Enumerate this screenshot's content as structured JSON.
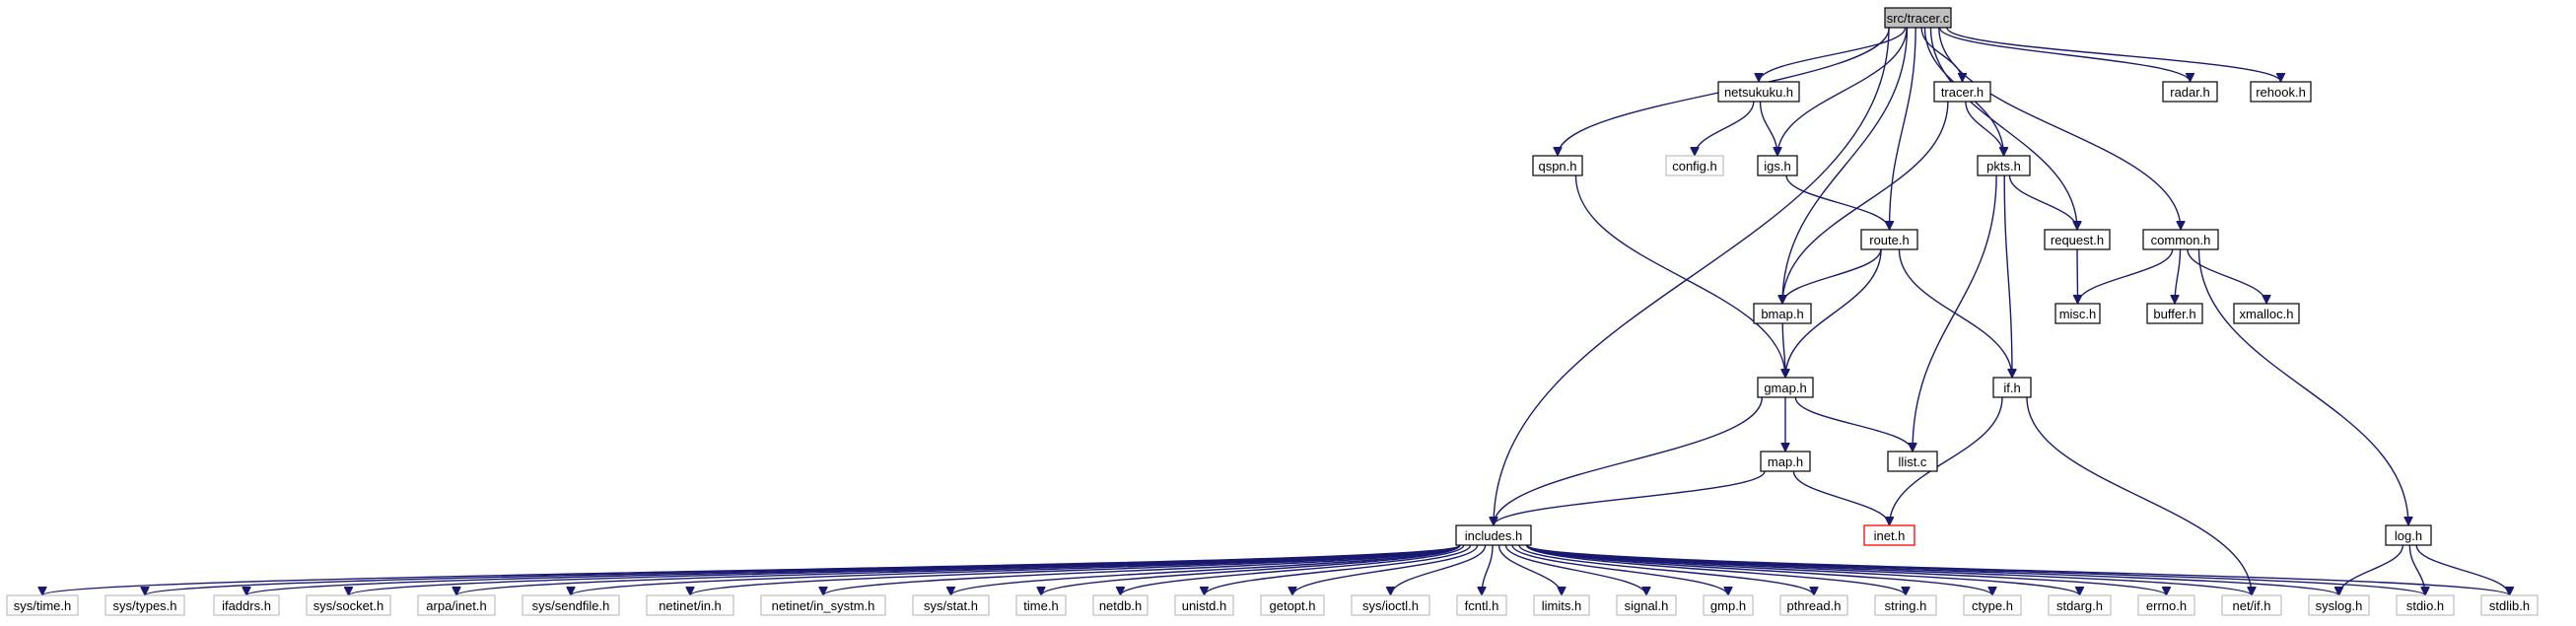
{
  "graph": {
    "title": "",
    "colors": {
      "edge": "#191970",
      "root_fill": "#bfbfbf",
      "node_border": "#000000",
      "external_border": "#bfbfbf",
      "highlight_border": "#ff0000"
    },
    "nodes": [
      {
        "id": "tracer_c",
        "label": "src/tracer.c",
        "style": "root"
      },
      {
        "id": "netsukuku_h",
        "label": "netsukuku.h",
        "style": "normal"
      },
      {
        "id": "tracer_h",
        "label": "tracer.h",
        "style": "normal"
      },
      {
        "id": "radar_h",
        "label": "radar.h",
        "style": "normal"
      },
      {
        "id": "rehook_h",
        "label": "rehook.h",
        "style": "normal"
      },
      {
        "id": "qspn_h",
        "label": "qspn.h",
        "style": "normal"
      },
      {
        "id": "config_h",
        "label": "config.h",
        "style": "external"
      },
      {
        "id": "igs_h",
        "label": "igs.h",
        "style": "normal"
      },
      {
        "id": "pkts_h",
        "label": "pkts.h",
        "style": "normal"
      },
      {
        "id": "route_h",
        "label": "route.h",
        "style": "normal"
      },
      {
        "id": "request_h",
        "label": "request.h",
        "style": "normal"
      },
      {
        "id": "common_h",
        "label": "common.h",
        "style": "normal"
      },
      {
        "id": "bmap_h",
        "label": "bmap.h",
        "style": "normal"
      },
      {
        "id": "misc_h",
        "label": "misc.h",
        "style": "normal"
      },
      {
        "id": "buffer_h",
        "label": "buffer.h",
        "style": "normal"
      },
      {
        "id": "xmalloc_h",
        "label": "xmalloc.h",
        "style": "normal"
      },
      {
        "id": "gmap_h",
        "label": "gmap.h",
        "style": "normal"
      },
      {
        "id": "if_h",
        "label": "if.h",
        "style": "normal"
      },
      {
        "id": "map_h",
        "label": "map.h",
        "style": "normal"
      },
      {
        "id": "llist_c",
        "label": "llist.c",
        "style": "normal"
      },
      {
        "id": "includes_h",
        "label": "includes.h",
        "style": "normal"
      },
      {
        "id": "inet_h",
        "label": "inet.h",
        "style": "highlight"
      },
      {
        "id": "log_h",
        "label": "log.h",
        "style": "normal"
      },
      {
        "id": "sys_time_h",
        "label": "sys/time.h",
        "style": "external"
      },
      {
        "id": "sys_types_h",
        "label": "sys/types.h",
        "style": "external"
      },
      {
        "id": "ifaddrs_h",
        "label": "ifaddrs.h",
        "style": "external"
      },
      {
        "id": "sys_socket_h",
        "label": "sys/socket.h",
        "style": "external"
      },
      {
        "id": "arpa_inet_h",
        "label": "arpa/inet.h",
        "style": "external"
      },
      {
        "id": "sys_sendfile_h",
        "label": "sys/sendfile.h",
        "style": "external"
      },
      {
        "id": "netinet_in_h",
        "label": "netinet/in.h",
        "style": "external"
      },
      {
        "id": "netinet_in_systm_h",
        "label": "netinet/in_systm.h",
        "style": "external"
      },
      {
        "id": "sys_stat_h",
        "label": "sys/stat.h",
        "style": "external"
      },
      {
        "id": "time_h",
        "label": "time.h",
        "style": "external"
      },
      {
        "id": "netdb_h",
        "label": "netdb.h",
        "style": "external"
      },
      {
        "id": "unistd_h",
        "label": "unistd.h",
        "style": "external"
      },
      {
        "id": "getopt_h",
        "label": "getopt.h",
        "style": "external"
      },
      {
        "id": "sys_ioctl_h",
        "label": "sys/ioctl.h",
        "style": "external"
      },
      {
        "id": "fcntl_h",
        "label": "fcntl.h",
        "style": "external"
      },
      {
        "id": "limits_h",
        "label": "limits.h",
        "style": "external"
      },
      {
        "id": "signal_h",
        "label": "signal.h",
        "style": "external"
      },
      {
        "id": "gmp_h",
        "label": "gmp.h",
        "style": "external"
      },
      {
        "id": "pthread_h",
        "label": "pthread.h",
        "style": "external"
      },
      {
        "id": "string_h",
        "label": "string.h",
        "style": "external"
      },
      {
        "id": "ctype_h",
        "label": "ctype.h",
        "style": "external"
      },
      {
        "id": "stdarg_h",
        "label": "stdarg.h",
        "style": "external"
      },
      {
        "id": "errno_h",
        "label": "errno.h",
        "style": "external"
      },
      {
        "id": "net_if_h",
        "label": "net/if.h",
        "style": "external"
      },
      {
        "id": "syslog_h",
        "label": "syslog.h",
        "style": "external"
      },
      {
        "id": "stdio_h",
        "label": "stdio.h",
        "style": "external"
      },
      {
        "id": "stdlib_h",
        "label": "stdlib.h",
        "style": "external"
      }
    ],
    "edges": [
      [
        "tracer_c",
        "netsukuku_h"
      ],
      [
        "tracer_c",
        "tracer_h"
      ],
      [
        "tracer_c",
        "radar_h"
      ],
      [
        "tracer_c",
        "rehook_h"
      ],
      [
        "tracer_c",
        "qspn_h"
      ],
      [
        "tracer_c",
        "igs_h"
      ],
      [
        "tracer_c",
        "pkts_h"
      ],
      [
        "tracer_c",
        "route_h"
      ],
      [
        "tracer_c",
        "request_h"
      ],
      [
        "tracer_c",
        "common_h"
      ],
      [
        "tracer_c",
        "bmap_h"
      ],
      [
        "tracer_c",
        "includes_h"
      ],
      [
        "netsukuku_h",
        "config_h"
      ],
      [
        "netsukuku_h",
        "igs_h"
      ],
      [
        "tracer_h",
        "pkts_h"
      ],
      [
        "tracer_h",
        "bmap_h"
      ],
      [
        "qspn_h",
        "gmap_h"
      ],
      [
        "igs_h",
        "route_h"
      ],
      [
        "pkts_h",
        "request_h"
      ],
      [
        "pkts_h",
        "if_h"
      ],
      [
        "pkts_h",
        "llist_c"
      ],
      [
        "route_h",
        "bmap_h"
      ],
      [
        "route_h",
        "gmap_h"
      ],
      [
        "route_h",
        "if_h"
      ],
      [
        "request_h",
        "misc_h"
      ],
      [
        "common_h",
        "misc_h"
      ],
      [
        "common_h",
        "buffer_h"
      ],
      [
        "common_h",
        "xmalloc_h"
      ],
      [
        "common_h",
        "log_h"
      ],
      [
        "bmap_h",
        "gmap_h"
      ],
      [
        "gmap_h",
        "map_h"
      ],
      [
        "gmap_h",
        "llist_c"
      ],
      [
        "gmap_h",
        "includes_h"
      ],
      [
        "if_h",
        "inet_h"
      ],
      [
        "if_h",
        "net_if_h"
      ],
      [
        "map_h",
        "includes_h"
      ],
      [
        "map_h",
        "inet_h"
      ],
      [
        "log_h",
        "syslog_h"
      ],
      [
        "log_h",
        "stdio_h"
      ],
      [
        "log_h",
        "stdlib_h"
      ],
      [
        "includes_h",
        "sys_time_h"
      ],
      [
        "includes_h",
        "sys_types_h"
      ],
      [
        "includes_h",
        "ifaddrs_h"
      ],
      [
        "includes_h",
        "sys_socket_h"
      ],
      [
        "includes_h",
        "arpa_inet_h"
      ],
      [
        "includes_h",
        "sys_sendfile_h"
      ],
      [
        "includes_h",
        "netinet_in_h"
      ],
      [
        "includes_h",
        "netinet_in_systm_h"
      ],
      [
        "includes_h",
        "sys_stat_h"
      ],
      [
        "includes_h",
        "time_h"
      ],
      [
        "includes_h",
        "netdb_h"
      ],
      [
        "includes_h",
        "unistd_h"
      ],
      [
        "includes_h",
        "getopt_h"
      ],
      [
        "includes_h",
        "sys_ioctl_h"
      ],
      [
        "includes_h",
        "fcntl_h"
      ],
      [
        "includes_h",
        "limits_h"
      ],
      [
        "includes_h",
        "signal_h"
      ],
      [
        "includes_h",
        "gmp_h"
      ],
      [
        "includes_h",
        "pthread_h"
      ],
      [
        "includes_h",
        "string_h"
      ],
      [
        "includes_h",
        "ctype_h"
      ],
      [
        "includes_h",
        "stdarg_h"
      ],
      [
        "includes_h",
        "errno_h"
      ],
      [
        "includes_h",
        "net_if_h"
      ],
      [
        "includes_h",
        "syslog_h"
      ],
      [
        "includes_h",
        "stdio_h"
      ],
      [
        "includes_h",
        "stdlib_h"
      ]
    ]
  }
}
